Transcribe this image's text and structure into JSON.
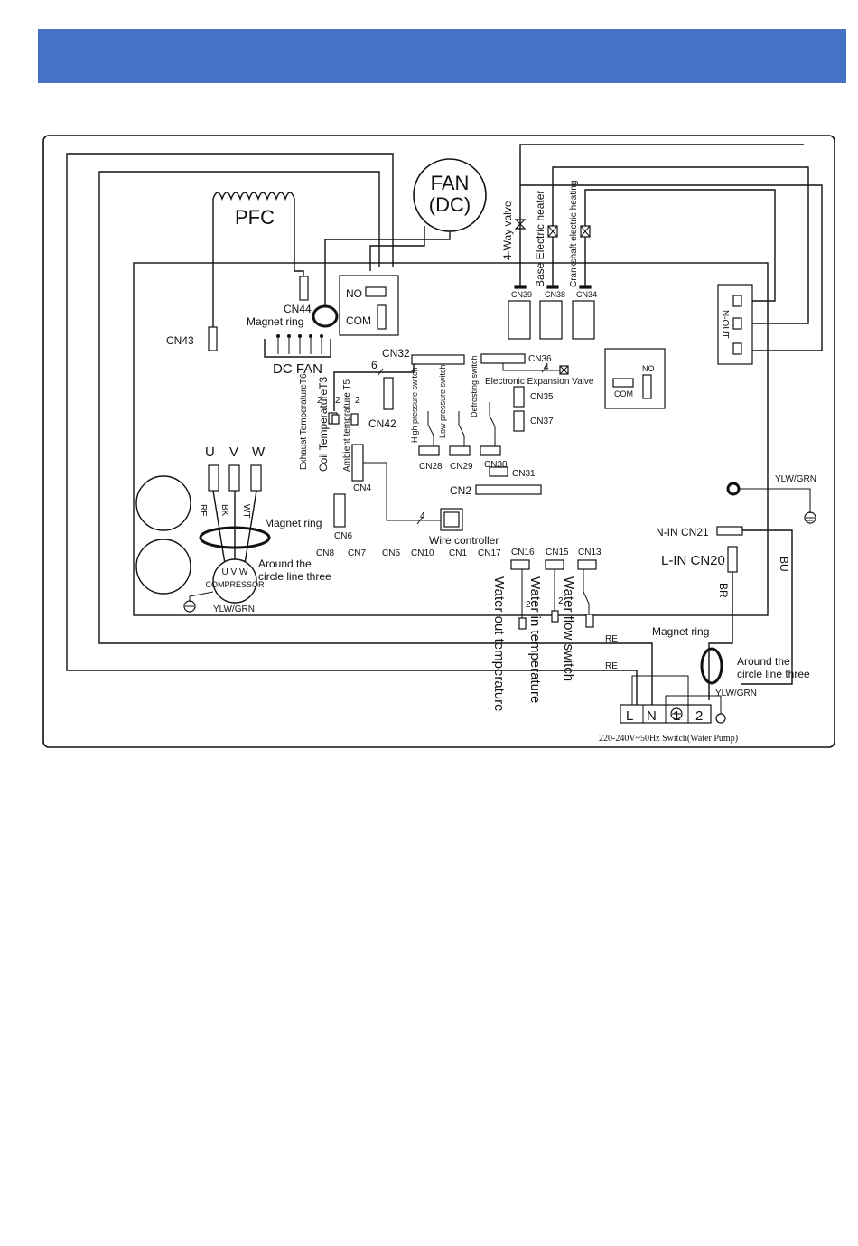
{
  "header": {
    "color": "#4472c4"
  },
  "diagram": {
    "pfc": "PFC",
    "fan": [
      "FAN",
      "(DC)"
    ],
    "cn44": "CN44",
    "no": "NO",
    "com": "COM",
    "magnet_ring": "Magnet ring",
    "cn43": "CN43",
    "dc_fan": "DC FAN",
    "cn32": "CN32",
    "six": "6",
    "cn36": "CN36",
    "elec_exp_valve": "Electronic Expansion Valve",
    "exhaust_temp": "Exhaust TemperatureT6",
    "coil_temp": "Coil TemperatureT3",
    "ambient_temp": "Ambient temprature T5",
    "two": "2",
    "cn42": "CN42",
    "high_pressure": "High pressure switch",
    "low_pressure": "Low pressure switch",
    "defrosting": "Defrosting switch",
    "cn35": "CN35",
    "cn37": "CN37",
    "cn28": "CN28",
    "cn29": "CN29",
    "cn30": "CN30",
    "cn31": "CN31",
    "cn2": "CN2",
    "cn4": "CN4",
    "cn6": "CN6",
    "four": "4",
    "wire_controller": "Wire controller",
    "four_way": "4-Way valve",
    "base_heater": "Base Electric heater",
    "crank_heater": "Crankshaft electric heating",
    "cn39": "CN39",
    "cn38": "CN38",
    "cn34": "CN34",
    "n_out": "N-OUT",
    "no2": "NO",
    "com2": "COM",
    "u": "U",
    "v": "V",
    "w": "W",
    "re": "RE",
    "bk": "BK",
    "wt": "WT",
    "magnet_ring2": "Magnet ring",
    "compressor": "COMPRESSOR",
    "uvw": "U V W",
    "around1": "Around the",
    "circle1": "circle line three",
    "ylw_grn": "YLW/GRN",
    "cn_row": [
      "CN8",
      "CN7",
      "CN5",
      "CN10",
      "CN1",
      "CN17"
    ],
    "cn16": "CN16",
    "cn15": "CN15",
    "cn13": "CN13",
    "water_out": "Water out temperature",
    "water_in": "Water in temperature",
    "water_flow": "Water flow switch",
    "ylw_grn_right": "YLW/GRN",
    "n_in": "N-IN CN21",
    "l_in": "L-IN CN20",
    "bu": "BU",
    "br": "BR",
    "magnet_ring3": "Magnet ring",
    "re2": "RE",
    "re3": "RE",
    "around2": "Around the",
    "circle2": "circle line three",
    "ylw_grn_bottom": "YLW/GRN",
    "terminals": [
      "L",
      "N",
      "1",
      "2"
    ],
    "bottom_label": "220-240V~50Hz Switch(Water Pump)"
  }
}
